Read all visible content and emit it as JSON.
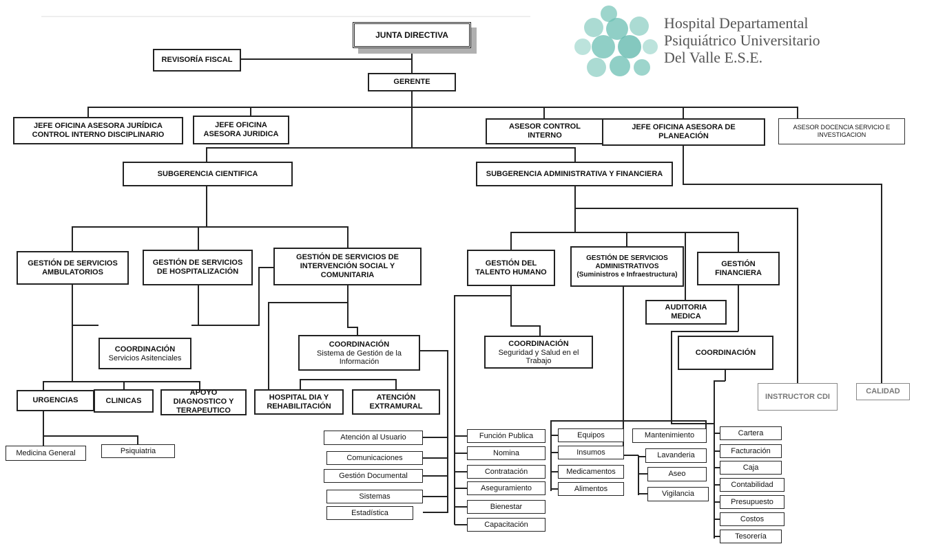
{
  "header": {
    "hospital_name_lines": [
      "Hospital Departamental",
      "Psiquiátrico Universitario",
      "Del Valle E.S.E."
    ],
    "logo_color": "#6bbfb3"
  },
  "org": {
    "junta": "JUNTA DIRECTIVA",
    "revisoria": "REVISORÍA FISCAL",
    "gerente": "GERENTE",
    "juridica_control": "JEFE OFICINA ASESORA JURÍDICA CONTROL INTERNO DISCIPLINARIO",
    "juridica": "JEFE OFICINA ASESORA JURIDICA",
    "control_interno": "ASESOR CONTROL INTERNO",
    "planeacion": "JEFE OFICINA ASESORA DE PLANEACIÓN",
    "docencia": "ASESOR DOCENCIA SERVICIO E INVESTIGACION",
    "sub_cientifica": "SUBGERENCIA CIENTIFICA",
    "sub_admin": "SUBGERENCIA ADMINISTRATIVA Y FINANCIERA",
    "ambulatorios": "GESTIÓN DE SERVICIOS AMBULATORIOS",
    "hospitalizacion": "GESTIÓN DE SERVICIOS DE HOSPITALIZACIÓN",
    "intervencion": "GESTIÓN DE SERVICIOS DE INTERVENCIÓN SOCIAL Y COMUNITARIA",
    "talento": "GESTIÓN DEL TALENTO HUMANO",
    "serv_admin": "GESTIÓN DE SERVICIOS ADMINISTRATIVOS",
    "serv_admin_sub": "(Suministros e Infraestructura)",
    "financiera": "GESTIÓN FINANCIERA",
    "auditoria": "AUDITORIA MEDICA",
    "instructor": "INSTRUCTOR CDI",
    "calidad": "CALIDAD",
    "coord_asist_title": "COORDINACIÓN",
    "coord_asist_sub": "Servicios Asitenciales",
    "coord_info_title": "COORDINACIÓN",
    "coord_info_sub": "Sistema de Gestión de la Información",
    "coord_sst_title": "COORDINACIÓN",
    "coord_sst_sub": "Seguridad y Salud en el Trabajo",
    "coord_fin": "COORDINACIÓN",
    "urgencias": "URGENCIAS",
    "clinicas": "CLINICAS",
    "apoyo": "APOYO DIAGNOSTICO Y TERAPEUTICO",
    "hospital_dia": "HOSPITAL DIA Y REHABILITACIÓN",
    "extramural": "ATENCIÓN EXTRAMURAL",
    "medicina": "Medicina General",
    "psiquiatria": "Psiquiatria",
    "info_items": [
      "Atención al Usuario",
      "Comunicaciones",
      "Gestión Documental",
      "Sistemas",
      "Estadística"
    ],
    "talento_items": [
      "Función Publica",
      "Nomina",
      "Contratación",
      "Aseguramiento",
      "Bienestar",
      "Capacitación"
    ],
    "suministros_items": [
      "Equipos",
      "Insumos",
      "Medicamentos",
      "Alimentos"
    ],
    "infra_items": [
      "Mantenimiento",
      "Lavanderia",
      "Aseo",
      "Vigilancia"
    ],
    "fin_items": [
      "Cartera",
      "Facturación",
      "Caja",
      "Contabilidad",
      "Presupuesto",
      "Costos",
      "Tesorería"
    ]
  }
}
